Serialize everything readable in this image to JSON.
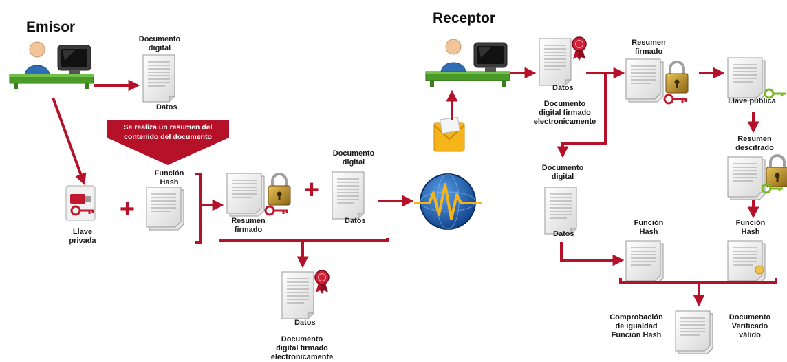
{
  "emisor": {
    "title": "Emisor",
    "doc_digital_label": "Documento\ndigital",
    "datos": "Datos",
    "banner": "Se realiza un resumen del\ncontenido del documento",
    "llave_privada_label": "Llave\nprivada",
    "funcion_hash_label": "Función\nHash",
    "resumen_firmado_label": "Resumen\nfirmado",
    "doc_digital2_label": "Documento\ndigital",
    "datos2": "Datos",
    "signed_doc_label": "Documento\ndigital firmado\nelectronicamente",
    "datos3": "Datos",
    "plus": "+"
  },
  "receptor": {
    "title": "Receptor",
    "signed_doc_label": "Documento\ndigital firmado\nelectronicamente",
    "datos": "Datos",
    "resumen_firmado_label": "Resumen\nfirmado",
    "llave_publica_label": "Llave pública",
    "resumen_descifrado_label": "Resumen\ndescifrado",
    "doc_digital_label": "Documento\ndigital",
    "datos2": "Datos",
    "funcion_hash_left_label": "Función\nHash",
    "funcion_hash_right_label": "Función\nHash",
    "comprobacion_label": "Comprobación\nde igualdad\nFunción Hash",
    "doc_verificado_label": "Documento\nVerificado\nválido"
  },
  "colors": {
    "arrow": "#b5122a",
    "desk": "#4a9a2a",
    "person": "#2f6db5",
    "lock": "#c9962a",
    "globe": "#1c5aa8",
    "wave": "#f4b41a"
  },
  "icons": [
    "person-icon",
    "computer-icon",
    "document-icon",
    "usb-key-icon",
    "padlock-icon",
    "ribbon-seal-icon",
    "envelope-icon",
    "globe-wave-icon",
    "key-icon"
  ]
}
